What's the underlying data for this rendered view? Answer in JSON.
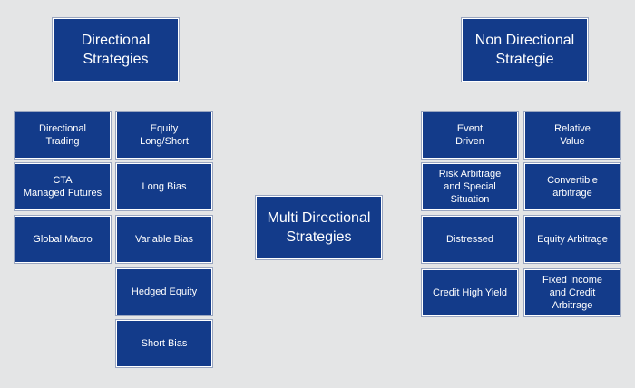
{
  "directional": {
    "header": "Directional\nStrategies",
    "left_column": [
      "Directional\nTrading",
      "CTA\nManaged Futures",
      "Global Macro"
    ],
    "right_column": [
      "Equity\nLong/Short",
      "Long Bias",
      "Variable Bias",
      "Hedged Equity",
      "Short Bias"
    ]
  },
  "multi_directional": {
    "header": "Multi Directional\nStrategies"
  },
  "non_directional": {
    "header": "Non Directional\nStrategie",
    "left_column": [
      "Event\nDriven",
      "Risk Arbitrage\nand Special\nSituation",
      "Distressed",
      "Credit High Yield"
    ],
    "right_column": [
      "Relative\nValue",
      "Convertible\narbitrage",
      "Equity Arbitrage",
      "Fixed Income\nand Credit\nArbitrage"
    ]
  },
  "colors": {
    "background": "#e4e5e6",
    "box_fill": "#133b8a",
    "box_text": "#ffffff"
  }
}
